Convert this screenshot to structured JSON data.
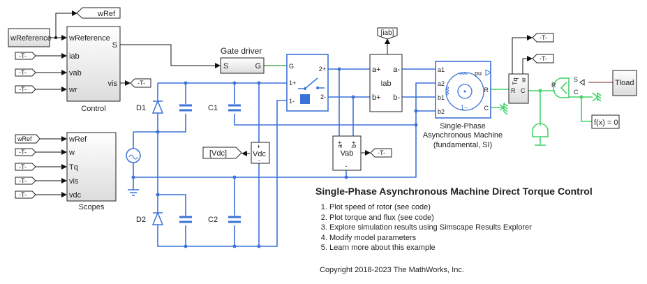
{
  "blocks": {
    "wreference": "wReference",
    "wref_goto": "wRef",
    "control": {
      "label": "Control",
      "in_ports": [
        "wReference",
        "iab",
        "vab",
        "wr"
      ],
      "out_ports": [
        "S",
        "vis"
      ]
    },
    "from_tag": "-T-",
    "gate_driver": {
      "label": "Gate driver",
      "in": "S",
      "out": "G"
    },
    "switch": {
      "ports": [
        "G",
        "1+",
        "1-",
        "2+",
        "2-"
      ]
    },
    "iab_sensor": {
      "label": "Iab",
      "ports": [
        "a+",
        "b+",
        "a-",
        "b-"
      ],
      "goto": "[iab]"
    },
    "machine": {
      "label_lines": [
        "Single-Phase",
        "Asynchronous Machine",
        "(fundamental, SI)"
      ],
      "ports": [
        "a1",
        "a2",
        "b1",
        "b2",
        "pu",
        "R",
        "C"
      ],
      "icon_text": "1~"
    },
    "torque_sensor": {
      "ports": [
        "Tq",
        "w",
        "R",
        "C"
      ]
    },
    "torque_source": {
      "ports": [
        "S",
        "R",
        "C"
      ]
    },
    "tload": "Tload",
    "solver": "f(x) = 0",
    "vdc": {
      "label": "Vdc",
      "goto": "[Vdc]",
      "plus": "+",
      "minus": "-"
    },
    "vab": {
      "label": "Vab",
      "ports": [
        "a+",
        "b+",
        "-"
      ]
    },
    "d1": "D1",
    "d2": "D2",
    "c1": "C1",
    "c2": "C2",
    "scopes": {
      "label": "Scopes",
      "in_ports": [
        "wRef",
        "w",
        "Tq",
        "vis",
        "vdc"
      ],
      "from_first": "wRef"
    }
  },
  "description": {
    "title": "Single-Phase Asynchronous Machine Direct Torque Control",
    "items": [
      "Plot speed of rotor (see code)",
      "Plot torque and flux (see code)",
      "Explore simulation results using Simscape Results Explorer",
      "Modify model parameters",
      "Learn more about this example"
    ],
    "copyright": "Copyright 2018-2023 The MathWorks, Inc."
  },
  "colors": {
    "electrical": "#3c72d8",
    "mechanical": "#44d26a",
    "signal": "#111111"
  }
}
